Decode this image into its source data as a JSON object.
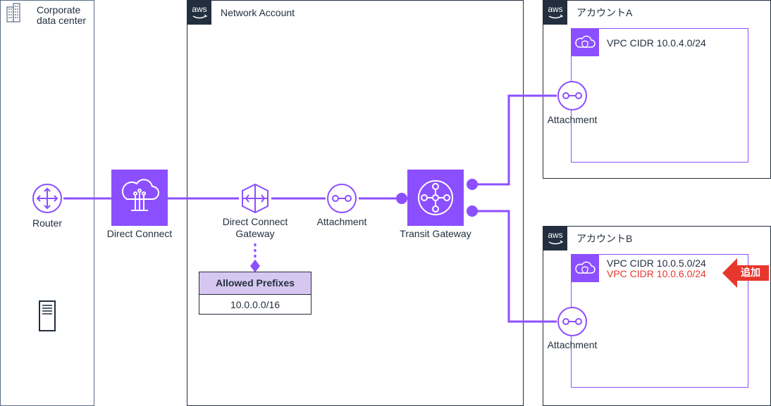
{
  "corporate": {
    "label": "Corporate\ndata center",
    "router_label": "Router",
    "direct_connect_label": "Direct Connect"
  },
  "network_account": {
    "label": "Network Account",
    "dx_gateway_label": "Direct Connect\nGateway",
    "attachment_label": "Attachment",
    "transit_gateway_label": "Transit Gateway",
    "allowed_prefixes": {
      "header": "Allowed Prefixes",
      "value": "10.0.0.0/16"
    }
  },
  "account_a": {
    "label": "アカウントA",
    "vpc_cidr": "VPC CIDR 10.0.4.0/24",
    "attachment_label": "Attachment"
  },
  "account_b": {
    "label": "アカウントB",
    "vpc_cidr": "VPC CIDR 10.0.5.0/24",
    "vpc_cidr_added": "VPC CIDR 10.0.6.0/24",
    "added_badge": "追加",
    "attachment_label": "Attachment"
  },
  "colors": {
    "purple": "#8c4fff",
    "navy": "#232f3e",
    "red": "#e7372c",
    "prefix_header": "#d6c7f0"
  },
  "icons": [
    "building-icon",
    "aws-logo-icon",
    "router-icon",
    "direct-connect-icon",
    "dx-gateway-icon",
    "attachment-icon",
    "transit-gateway-icon",
    "vpc-icon",
    "server-icon",
    "add-arrow-icon"
  ]
}
